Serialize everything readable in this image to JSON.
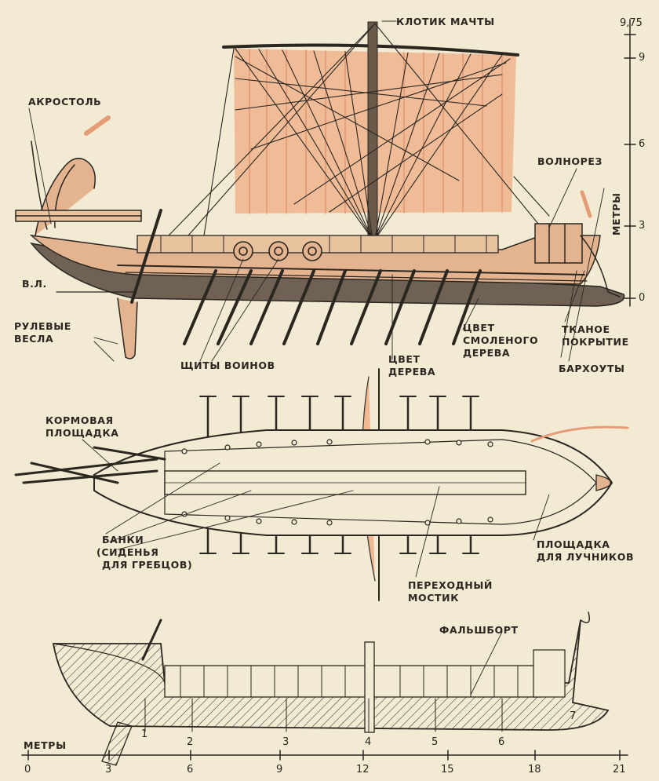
{
  "labels": {
    "masthead": "КЛОТИК МАЧТЫ",
    "akrostol": "АКРОСТОЛЬ",
    "volnorez": "ВОЛНОРЕЗ",
    "waterline": "В.Л.",
    "steering_oars_1": "РУЛЕВЫЕ",
    "steering_oars_2": "ВЕСЛА",
    "shields": "ЩИТЫ ВОИНОВ",
    "wood_color_1": "ЦВЕТ",
    "wood_color_2": "ДЕРЕВА",
    "tar_color_1": "ЦВЕТ",
    "tar_color_2": "СМОЛЕНОГО",
    "tar_color_3": "ДЕРЕВА",
    "cloth_cover_1": "ТКАНОЕ",
    "cloth_cover_2": "ПОКРЫТИЕ",
    "wales": "БАРХОУТЫ",
    "stern_platform_1": "КОРМОВАЯ",
    "stern_platform_2": "ПЛОЩАДКА",
    "benches_1": "БАНКИ",
    "benches_2": "(СИДЕНЬЯ",
    "benches_3": "ДЛЯ ГРЕБЦОВ)",
    "archers_platform_1": "ПЛОЩАДКА",
    "archers_platform_2": "ДЛЯ ЛУЧНИКОВ",
    "gangway_1": "ПЕРЕХОДНЫЙ",
    "gangway_2": "МОСТИК",
    "bulwark": "ФАЛЬШБОРТ",
    "meters_vertical": "МЕТРЫ",
    "meters_horizontal": "МЕТРЫ"
  },
  "height_scale": {
    "ticks": [
      "0",
      "3",
      "6",
      "9"
    ],
    "top": "9,75"
  },
  "length_scale": {
    "ticks": [
      "0",
      "3",
      "6",
      "9",
      "12",
      "15",
      "18",
      "21"
    ]
  },
  "section_numbers": [
    "1",
    "2",
    "3",
    "4",
    "5",
    "6",
    "7"
  ],
  "colors": {
    "paper": "#f2ead2",
    "ink": "#2a2620",
    "sail": "#f0b48e",
    "wood": "#e3b48f",
    "tar": "#6f6255"
  }
}
